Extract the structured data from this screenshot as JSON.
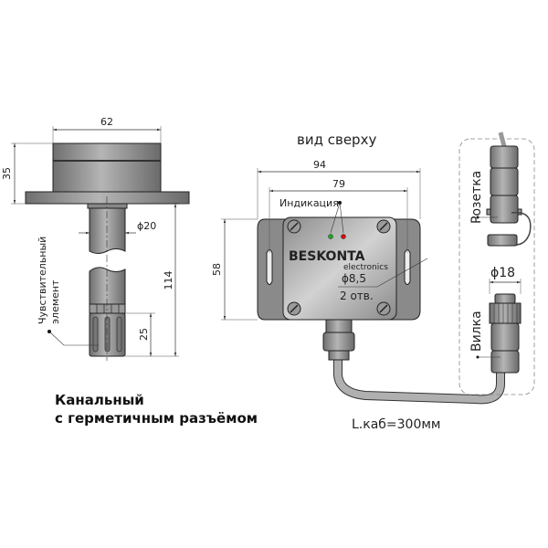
{
  "left_view": {
    "dim_width": "62",
    "dim_head_height": "35",
    "dim_diameter": "ϕ20",
    "dim_length": "114",
    "dim_sensor": "25",
    "sensor_label_line1": "Чувствительный",
    "sensor_label_line2": "элемент"
  },
  "caption": {
    "line1": "Канальный",
    "line2": "с герметичным разъёмом"
  },
  "top_view": {
    "title": "вид сверху",
    "dim_width": "94",
    "dim_holes": "79",
    "dim_height": "58",
    "indication_label": "Индикация",
    "brand": "BESKONTA",
    "brand_sub": "electronics",
    "hole_diameter": "ϕ8,5",
    "hole_count": "2 отв.",
    "cable_length": "L.каб=300мм",
    "led_colors": {
      "green": "#1fa81f",
      "red": "#d01010"
    }
  },
  "connectors": {
    "socket_label": "Розетка",
    "plug_label": "Вилка",
    "dim_diameter": "ϕ18"
  }
}
